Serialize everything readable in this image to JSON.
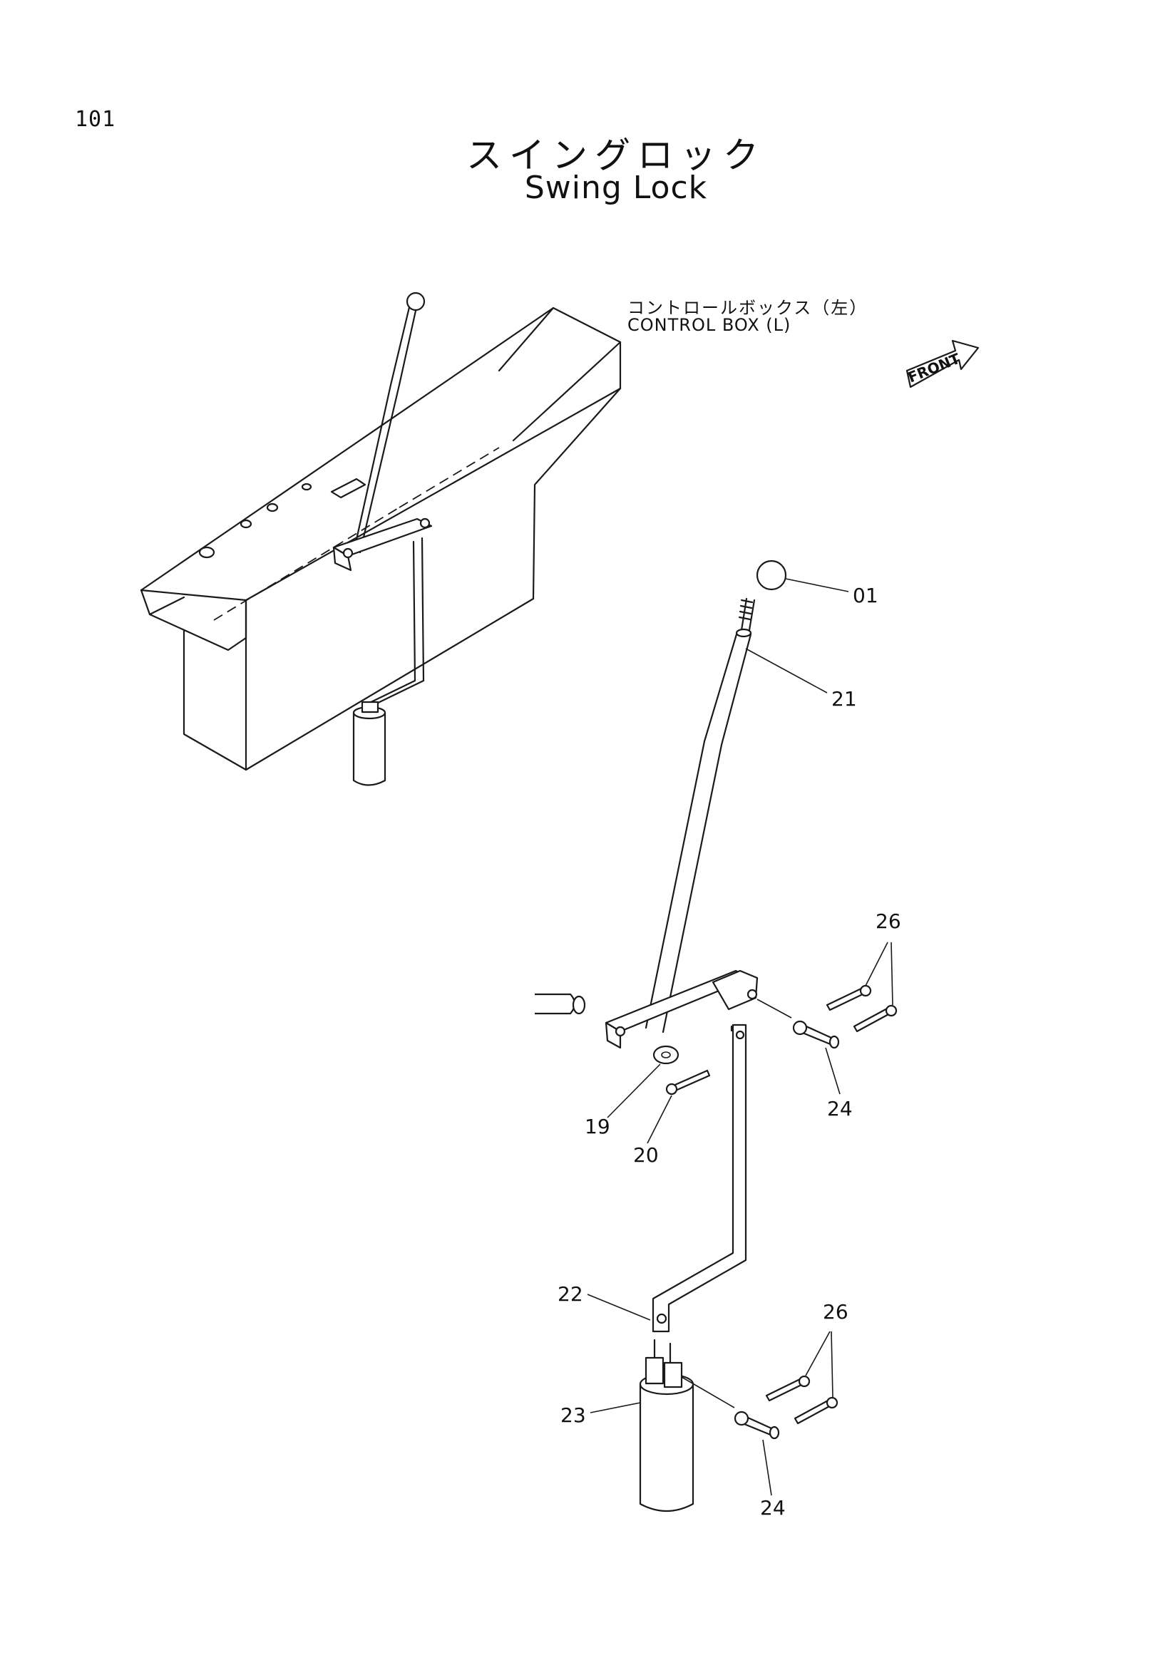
{
  "page": {
    "number": "101"
  },
  "title": {
    "japanese": "スイングロック",
    "english": "Swing Lock"
  },
  "callouts": {
    "control_box_jp": "コントロールボックス（左）",
    "control_box_en": "CONTROL  BOX (L)"
  },
  "orientation": {
    "front_label": "FRONT"
  },
  "parts": {
    "knob": "01",
    "lever": "21",
    "rod": "22",
    "cylinder": "23",
    "pin_upper": "24",
    "pin_lower": "24",
    "cotter_upper": "26",
    "cotter_lower": "26",
    "washer": "19",
    "cotter_small": "20"
  }
}
